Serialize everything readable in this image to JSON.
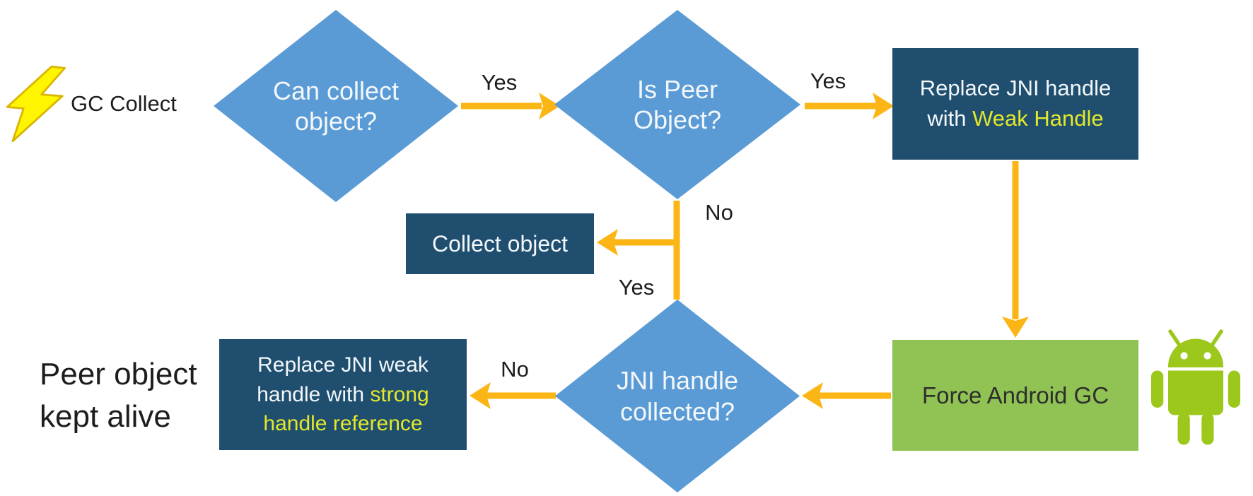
{
  "palette": {
    "diamond_blue": "#5B9BD5",
    "dark_box": "#1F4E6E",
    "green_box": "#90C353",
    "green_box_text": "#2E2E2E",
    "arrow_gold": "#FBB616",
    "highlight_yellow": "#E3E82B",
    "android_green": "#9CC71B",
    "bolt_yellow": "#FFF500",
    "bolt_outline": "#D9B500",
    "label_dark": "#1D1D1D",
    "white_text": "#F2F7FB"
  },
  "icons": {
    "start": "lightning-bolt",
    "android": "android-robot"
  },
  "start": {
    "label": "GC Collect"
  },
  "nodes": {
    "can_collect": {
      "type": "decision",
      "line1": "Can collect",
      "line2": "object?"
    },
    "is_peer": {
      "type": "decision",
      "line1": "Is Peer",
      "line2": "Object?"
    },
    "replace_weak": {
      "type": "process",
      "line1": "Replace JNI handle",
      "line2_prefix": "with ",
      "line2_highlight": "Weak Handle"
    },
    "collect_object": {
      "type": "process",
      "label": "Collect object"
    },
    "force_gc": {
      "type": "process",
      "label": "Force Android GC"
    },
    "jni_collected": {
      "type": "decision",
      "line1": "JNI handle",
      "line2": "collected?"
    },
    "replace_strong": {
      "type": "process",
      "prefix": "Replace JNI weak handle with ",
      "highlight": "strong handle reference"
    }
  },
  "edges": {
    "can_collect_yes": "Yes",
    "is_peer_yes": "Yes",
    "is_peer_no": "No",
    "jni_collected_yes": "Yes",
    "jni_collected_no": "No"
  },
  "annotations": {
    "kept_alive_line1": "Peer object",
    "kept_alive_line2": "kept alive"
  }
}
